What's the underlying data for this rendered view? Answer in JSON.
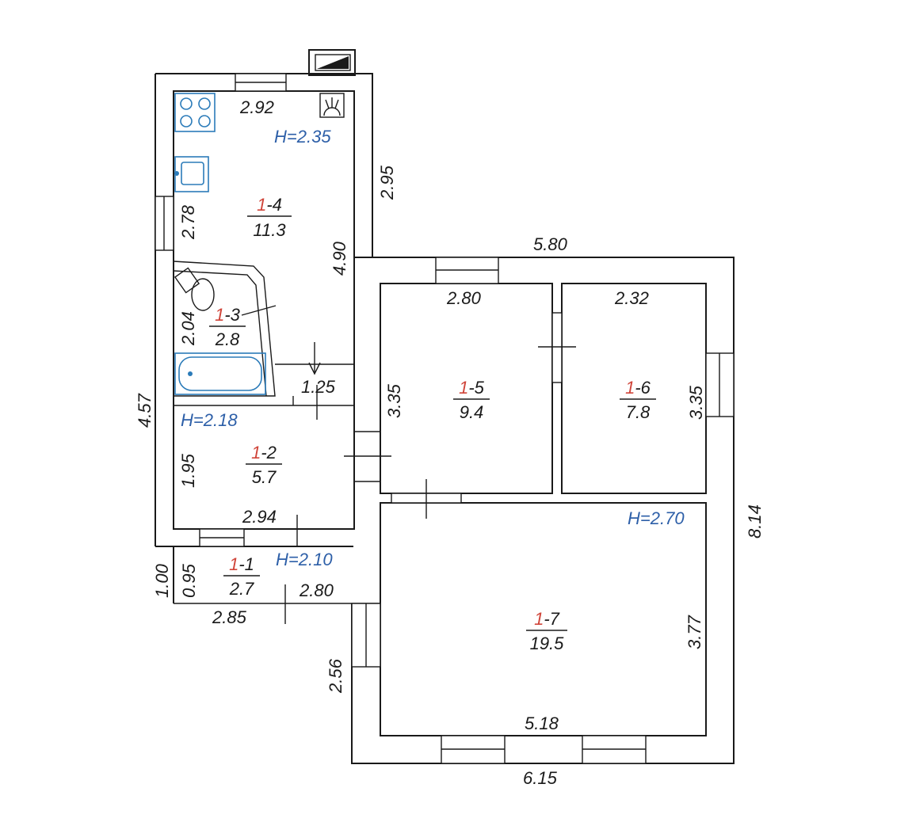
{
  "colors": {
    "wall": "#1a1a1a",
    "height_label": "#2d5fa8",
    "floor_prefix": "#d0453a",
    "fixtures": "#2b7bb9"
  },
  "rooms": [
    {
      "id": "1-4",
      "floor": "1",
      "number": "-4",
      "area": "11.3"
    },
    {
      "id": "1-3",
      "floor": "1",
      "number": "-3",
      "area": "2.8"
    },
    {
      "id": "1-2",
      "floor": "1",
      "number": "-2",
      "area": "5.7"
    },
    {
      "id": "1-1",
      "floor": "1",
      "number": "-1",
      "area": "2.7"
    },
    {
      "id": "1-5",
      "floor": "1",
      "number": "-5",
      "area": "9.4"
    },
    {
      "id": "1-6",
      "floor": "1",
      "number": "-6",
      "area": "7.8"
    },
    {
      "id": "1-7",
      "floor": "1",
      "number": "-7",
      "area": "19.5"
    }
  ],
  "heights": [
    "H=2.35",
    "H=2.18",
    "H=2.10",
    "H=2.70"
  ],
  "dimensions": {
    "kitchen_width": "2.92",
    "kitchen_outer_side": "2.95",
    "kitchen_inner_side": "2.78",
    "wing_length": "4.90",
    "bath_side": "2.04",
    "bath_width": "1.25",
    "overall_left": "4.57",
    "room2_side": "1.95",
    "room2_width": "2.94",
    "porch_outer": "1.00",
    "porch_inner": "0.95",
    "porch_width_inner": "2.80",
    "porch_width_outer": "2.85",
    "main_top": "5.80",
    "room5_width": "2.80",
    "room5_side": "3.35",
    "room6_width": "2.32",
    "room6_side": "3.35",
    "overall_right": "8.14",
    "room7_side": "3.77",
    "room7_width": "5.18",
    "bottom_total": "6.15",
    "lower_left": "2.56"
  }
}
